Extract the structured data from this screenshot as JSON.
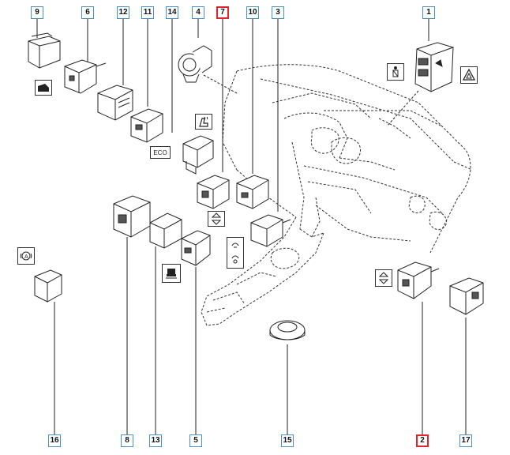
{
  "diagram": {
    "callouts": [
      {
        "id": "9",
        "label": "9",
        "highlighted": false
      },
      {
        "id": "6",
        "label": "6",
        "highlighted": false
      },
      {
        "id": "12",
        "label": "12",
        "highlighted": false
      },
      {
        "id": "11",
        "label": "11",
        "highlighted": false
      },
      {
        "id": "14",
        "label": "14",
        "highlighted": false
      },
      {
        "id": "4",
        "label": "4",
        "highlighted": false
      },
      {
        "id": "7",
        "label": "7",
        "highlighted": true
      },
      {
        "id": "10",
        "label": "10",
        "highlighted": false
      },
      {
        "id": "3",
        "label": "3",
        "highlighted": false
      },
      {
        "id": "1",
        "label": "1",
        "highlighted": false
      },
      {
        "id": "16",
        "label": "16",
        "highlighted": false
      },
      {
        "id": "8",
        "label": "8",
        "highlighted": false
      },
      {
        "id": "13",
        "label": "13",
        "highlighted": false
      },
      {
        "id": "5",
        "label": "5",
        "highlighted": false
      },
      {
        "id": "15",
        "label": "15",
        "highlighted": false
      },
      {
        "id": "2",
        "label": "2",
        "highlighted": true
      },
      {
        "id": "17",
        "label": "17",
        "highlighted": false
      }
    ],
    "symbol_labels": {
      "eco": "ECO"
    },
    "colors": {
      "callout_border": "#4a8fc8",
      "highlight_border": "#e0262b",
      "line_art": "#222222"
    }
  }
}
